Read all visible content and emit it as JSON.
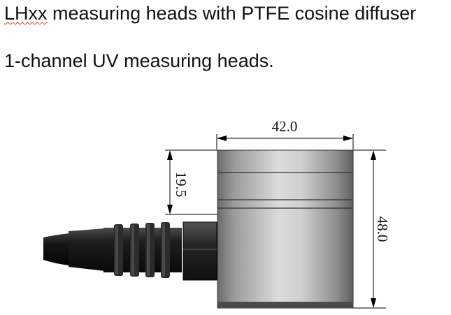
{
  "heading": {
    "title_prefix": "LHxx",
    "title_rest": " measuring heads with PTFE cosine diffuser",
    "subtitle": "1-channel UV measuring heads."
  },
  "drawing": {
    "dim_width": "42.0",
    "dim_height": "48.0",
    "dim_cap": "19.5"
  }
}
